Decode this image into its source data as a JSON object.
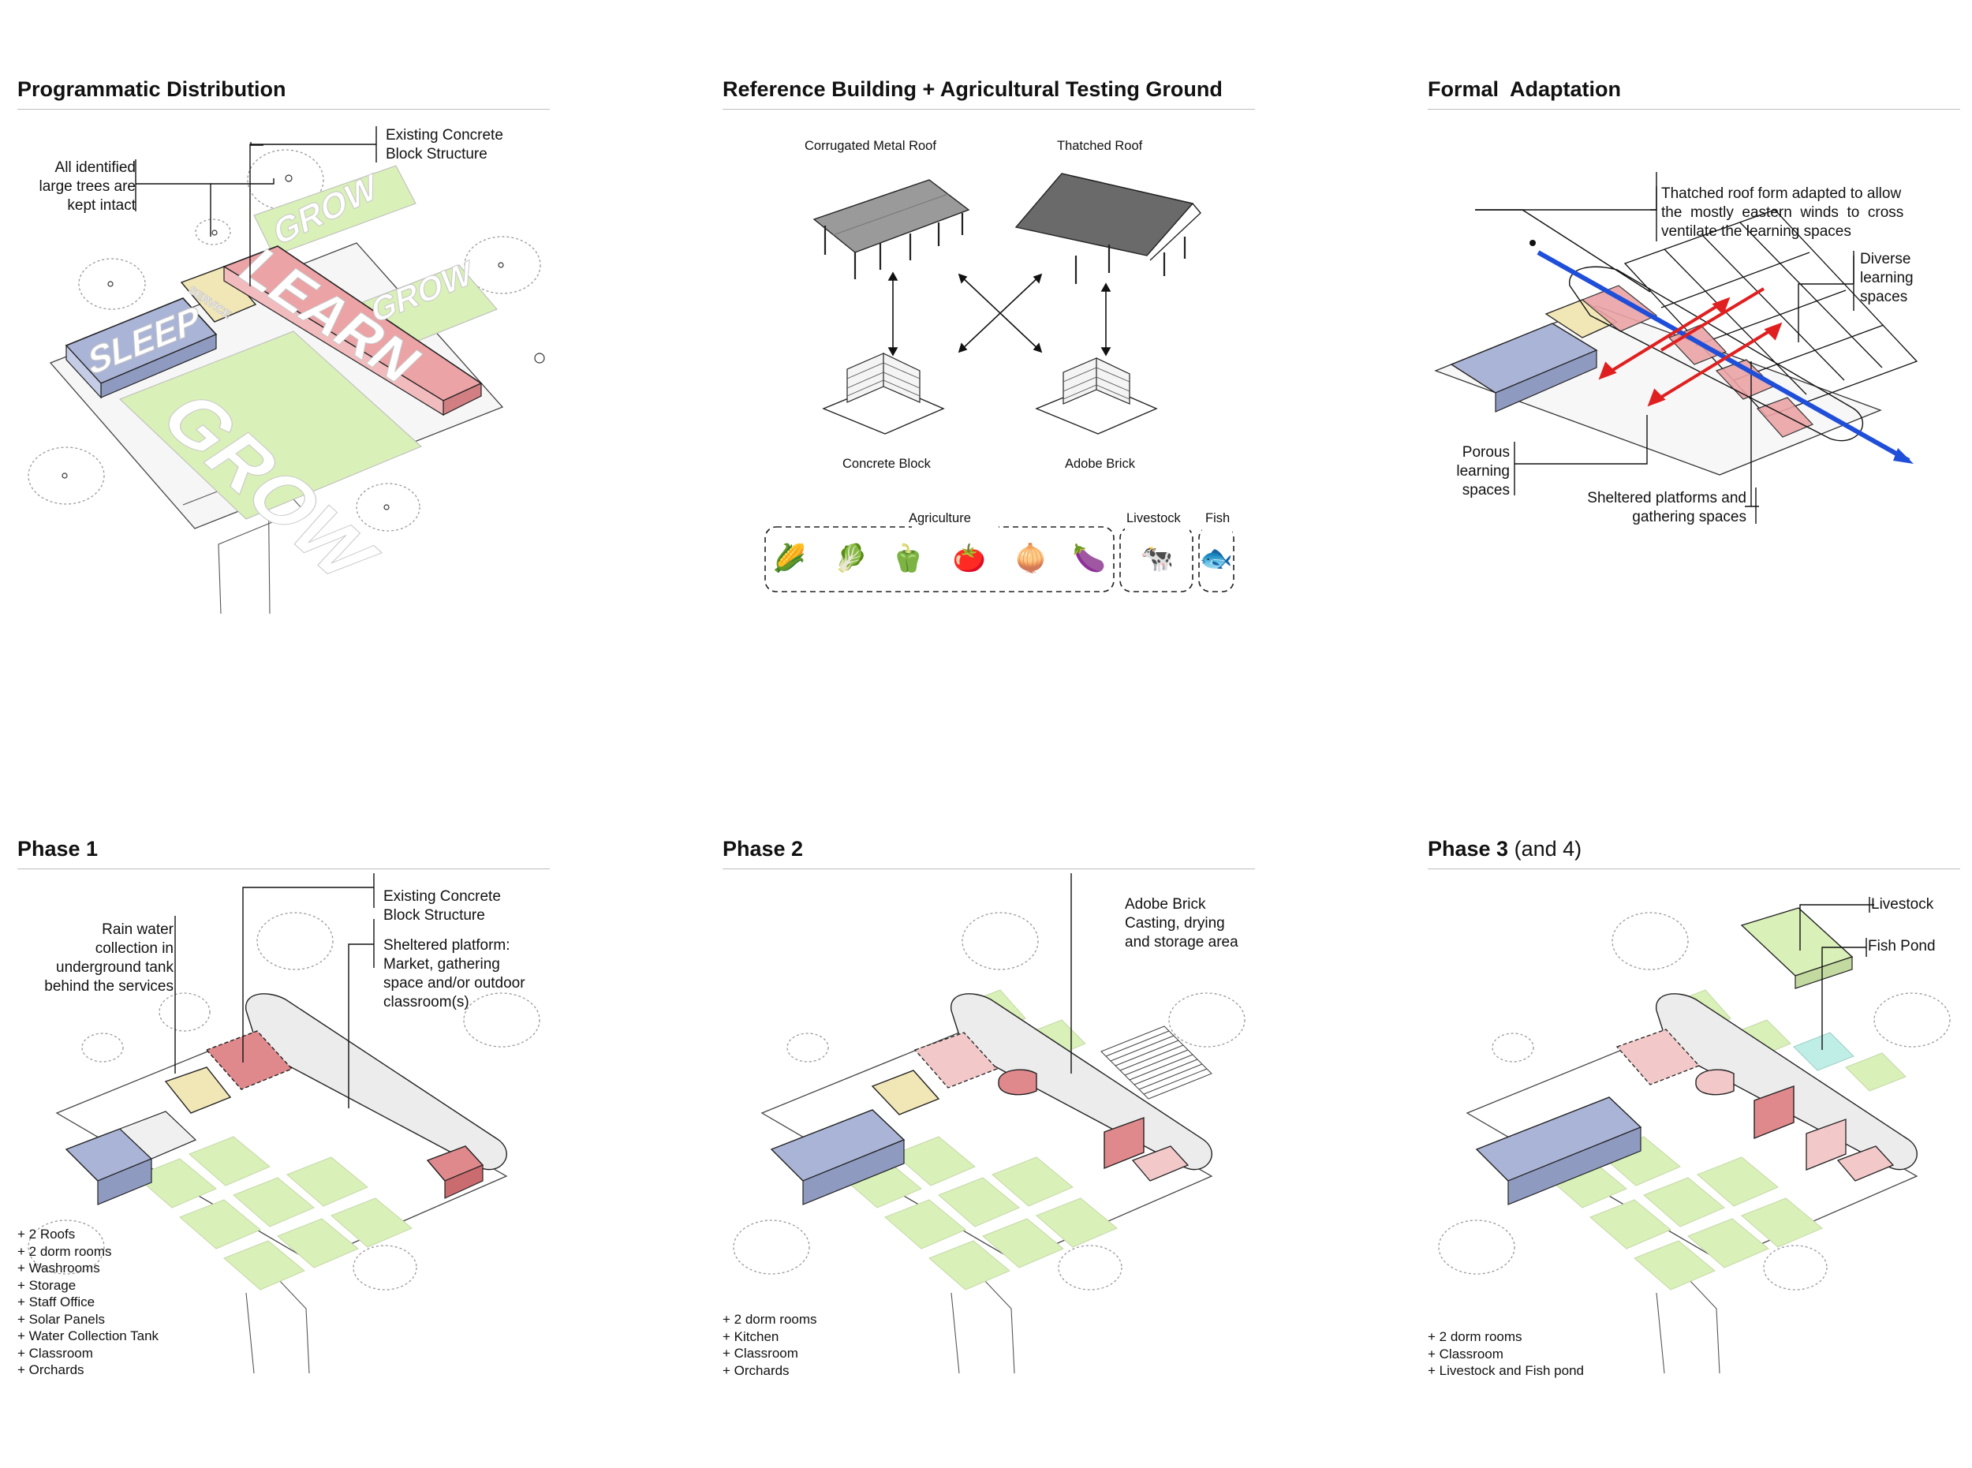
{
  "panels": {
    "programmatic": {
      "title": "Programmatic Distribution",
      "callout_structure": "Existing Concrete\nBlock Structure",
      "callout_trees": "All identified\nlarge trees are\nkept intact",
      "zone_sleep": "SLEEP",
      "zone_learn": "LEARN",
      "zone_grow": "GROW",
      "zone_services": "SERVICE"
    },
    "reference": {
      "title": "Reference Building + Agricultural Testing Ground",
      "roof_metal": "Corrugated Metal Roof",
      "roof_thatch": "Thatched Roof",
      "block_concrete": "Concrete Block",
      "block_adobe": "Adobe Brick",
      "group_agriculture": "Agriculture",
      "group_livestock": "Livestock",
      "group_fish": "Fish",
      "icons": [
        "corn-icon",
        "cabbage-icon",
        "pepper-icon",
        "tomato-icon",
        "onion-icon",
        "eggplant-icon",
        "cow-icon",
        "fish-icon"
      ]
    },
    "formal": {
      "title": "Formal  Adaptation",
      "callout_roof": "Thatched roof form adapted to allow\nthe  mostly  eastern  winds  to  cross\nventilate the learning spaces",
      "callout_diverse": "Diverse\nlearning\nspaces",
      "callout_porous": "Porous\nlearning\nspaces",
      "callout_sheltered": "Sheltered platforms and\ngathering spaces"
    },
    "phase1": {
      "title": "Phase 1",
      "callout_structure": "Existing Concrete\nBlock Structure",
      "callout_platform": "Sheltered platform:\nMarket, gathering\nspace and/or outdoor\nclassroom(s)",
      "callout_rain": "Rain water\ncollection in\nunderground tank\nbehind the services",
      "list": [
        "+ 2 Roofs",
        "+ 2 dorm rooms",
        "+ Washrooms",
        "+ Storage",
        "+ Staff Office",
        "+ Solar Panels",
        "+ Water Collection Tank",
        "+ Classroom",
        "+ Orchards"
      ]
    },
    "phase2": {
      "title": "Phase 2",
      "callout_adobe": "Adobe Brick\nCasting, drying\nand storage area",
      "list": [
        "+ 2 dorm rooms",
        "+ Kitchen",
        "+ Classroom",
        "+ Orchards"
      ]
    },
    "phase3": {
      "title_main": "Phase 3",
      "title_extra": " (and 4)",
      "callout_livestock": "Livestock",
      "callout_fish": "Fish Pond",
      "list": [
        "+ 2 dorm rooms",
        "+ Classroom",
        "+ Livestock and Fish pond"
      ]
    }
  },
  "colors": {
    "sleep": "#aab4d6",
    "learn": "#eba3a6",
    "grow": "#d9f0b8",
    "service": "#f1e6b6",
    "fishpond": "#bfeee6",
    "wind_blue": "#1f4fd8",
    "wind_red": "#e02020",
    "rule": "#bdbdbd"
  }
}
